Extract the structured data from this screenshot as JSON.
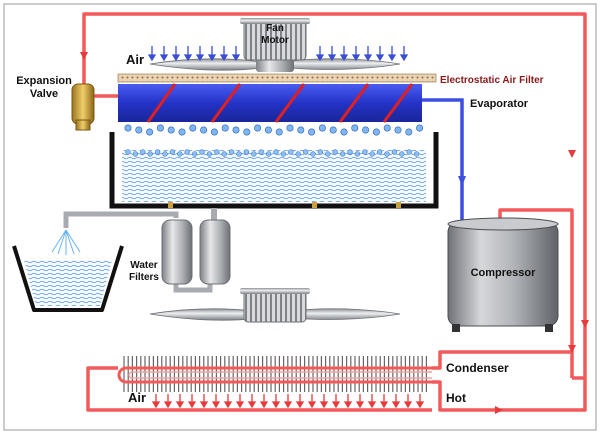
{
  "diagram": {
    "labels": {
      "fan_motor_line1": "Fan",
      "fan_motor_line2": "Motor",
      "air_top": "Air",
      "electrostatic_filter": "Electrostatic Air Filter",
      "expansion_line1": "Expansion",
      "expansion_line2": "Valve",
      "evaporator": "Evaporator",
      "water_line1": "Water",
      "water_line2": "Filters",
      "compressor": "Compressor",
      "condenser": "Condenser",
      "air_bottom": "Air",
      "hot": "Hot"
    },
    "colors": {
      "hot_pipe": "#f25a5a",
      "cold_pipe": "#3c4fe0",
      "evaporator": "#2e3fd8",
      "coil_red": "#e02020",
      "water": "#5aa6e8",
      "metal": "#b9bcc0",
      "frame": "#9a9a9a"
    }
  }
}
